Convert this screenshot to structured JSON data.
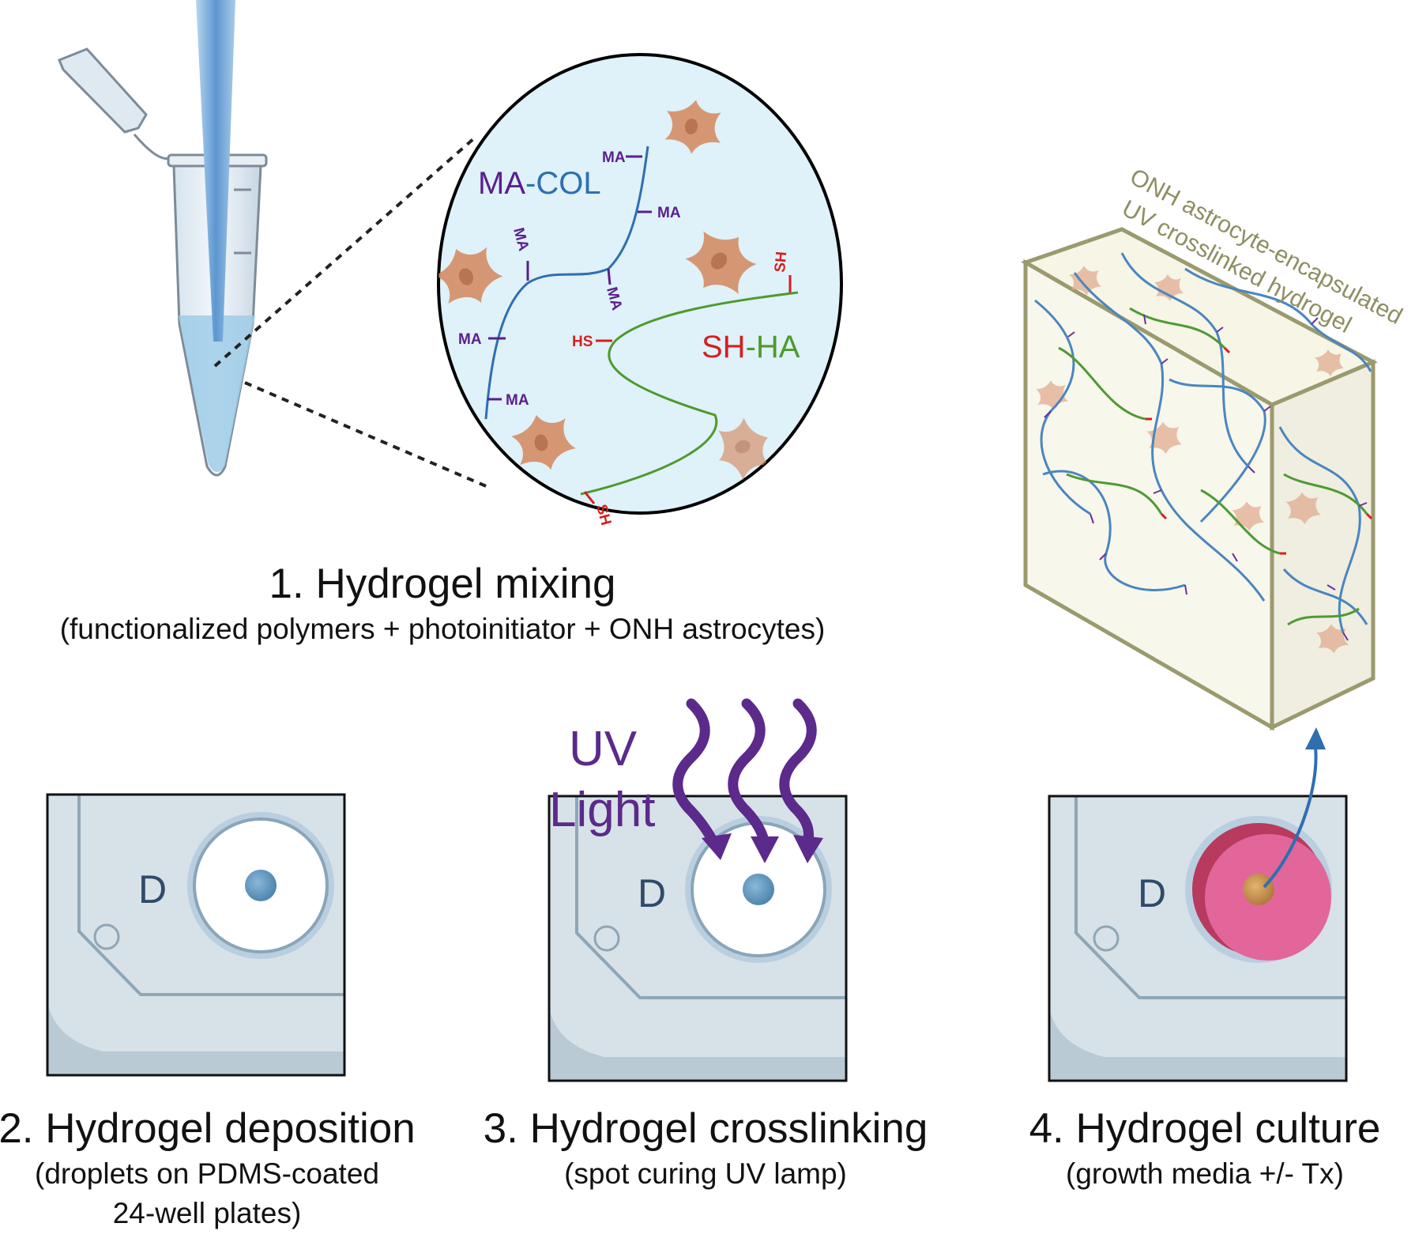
{
  "colors": {
    "ma_purple": "#5a1f8c",
    "col_blue": "#2f6fb0",
    "sh_red": "#d42020",
    "ha_green": "#4e9a2c",
    "uv_purple": "#5b2a8a",
    "cell": "#d4875c",
    "media_pink": "#e2669a",
    "cube_frame": "#9a9a6e"
  },
  "panel1": {
    "label_ma": "MA",
    "label_dash": "-",
    "label_col": "COL",
    "label_sh": "SH",
    "label_ha": "HA",
    "tag_ma": "MA",
    "tag_sh": "SH",
    "tag_hs": "HS",
    "caption_title": "1. Hydrogel mixing",
    "caption_sub": "(functionalized polymers + photoinitiator + ONH astrocytes)"
  },
  "panel2": {
    "well_letter": "D",
    "caption_title": "2. Hydrogel deposition",
    "caption_sub_line1": "(droplets on PDMS-coated",
    "caption_sub_line2": "24-well plates)"
  },
  "panel3": {
    "well_letter": "D",
    "uv_line1": "UV",
    "uv_line2": "Light",
    "caption_title": "3. Hydrogel crosslinking",
    "caption_sub": "(spot curing UV lamp)"
  },
  "panel4": {
    "well_letter": "D",
    "caption_title": "4. Hydrogel culture",
    "caption_sub": "(growth media +/- Tx)",
    "cube_label_line1": "ONH astrocyte-encapsulated",
    "cube_label_line2": "UV crosslinked hydrogel"
  }
}
